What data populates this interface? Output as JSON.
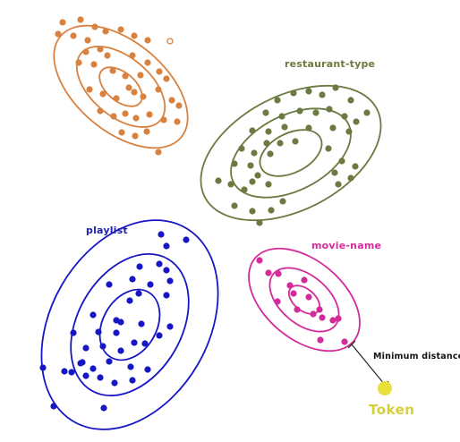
{
  "colors": {
    "cluster_orange": "#d9823f",
    "cluster_green": "#6b7a40",
    "cluster_blue": "#1616c4",
    "cluster_magenta": "#d42a9a",
    "token": "#e8e03a",
    "distance_line": "#222222"
  },
  "clusters": [
    {
      "name": "restaurant-type",
      "color": "#6b7a40"
    },
    {
      "name": "playlist",
      "color": "#1616c4"
    },
    {
      "name": "movie-name",
      "color": "#d42a9a"
    },
    {
      "name": "",
      "color": "#d9823f"
    }
  ],
  "annotation": {
    "label": "Minimum distance"
  },
  "token": {
    "label": "Token"
  }
}
